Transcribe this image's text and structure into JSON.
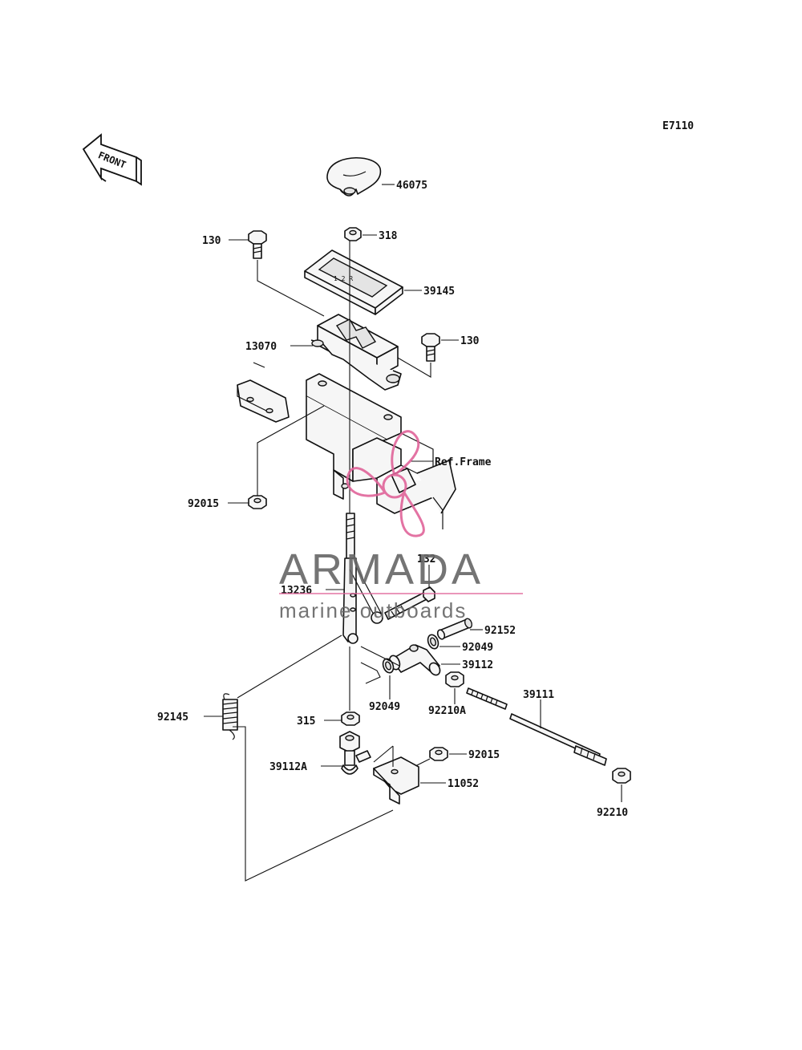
{
  "diagram_code": "E7110",
  "front_label": "FRONT",
  "ref_frame": "Ref.Frame",
  "watermark": {
    "brand": "ARMADA",
    "tagline": "marine outboards",
    "accent_color": "#e0649a",
    "text_color": "#666666"
  },
  "labels": {
    "p46075": "46075",
    "p318": "318",
    "p130a": "130",
    "p39145": "39145",
    "p13070": "13070",
    "p130b": "130",
    "p92015a": "92015",
    "p132": "132",
    "p13236": "13236",
    "p92152": "92152",
    "p92049a": "92049",
    "p39112": "39112",
    "p92049b": "92049",
    "p92210A": "92210A",
    "p39111": "39111",
    "p92145": "92145",
    "p315": "315",
    "p39112A": "39112A",
    "p92015b": "92015",
    "p11052": "11052",
    "p92210": "92210"
  }
}
